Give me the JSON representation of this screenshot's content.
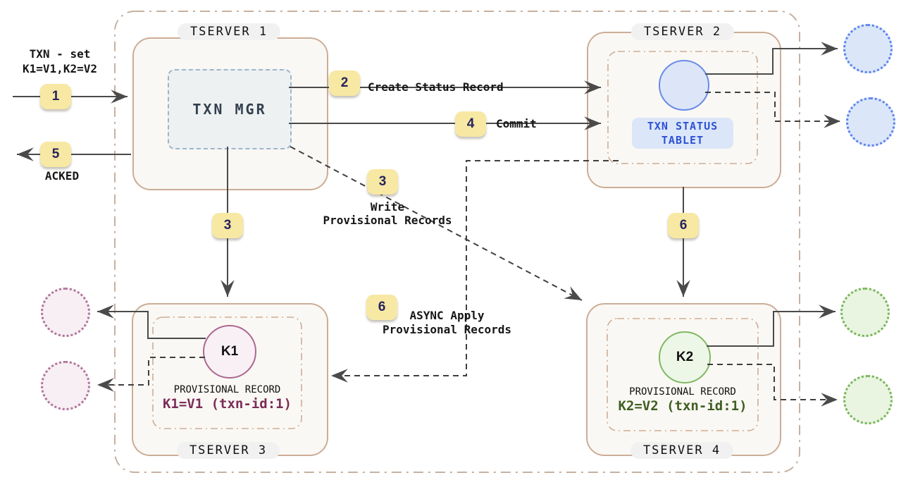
{
  "diagram": {
    "client": {
      "txn_label_line1": "TXN - set",
      "txn_label_line2": "K1=V1,K2=V2",
      "acked_label": "ACKED"
    },
    "badges": {
      "step1": "1",
      "step2": "2",
      "step3_mgr": "3",
      "step3_write": "3",
      "step4": "4",
      "step5": "5",
      "step6_tablet": "6",
      "step6_apply": "6"
    },
    "labels": {
      "create_status_record": "Create Status Record",
      "commit": "Commit",
      "write_provisional_line1": "Write",
      "write_provisional_line2": "Provisional Records",
      "async_apply_line1": "ASYNC Apply",
      "async_apply_line2": "Provisional Records"
    },
    "tserver1": {
      "title": "TSERVER 1",
      "txn_mgr": "TXN MGR"
    },
    "tserver2": {
      "title": "TSERVER 2",
      "tablet_line1": "TXN STATUS",
      "tablet_line2": "TABLET"
    },
    "tserver3": {
      "title": "TSERVER 3",
      "key": "K1",
      "record_heading": "PROVISIONAL RECORD",
      "record_value": "K1=V1 (txn-id:1)"
    },
    "tserver4": {
      "title": "TSERVER 4",
      "key": "K2",
      "record_heading": "PROVISIONAL RECORD",
      "record_value": "K2=V2 (txn-id:1)"
    },
    "colors": {
      "badge_bg": "#f7e8a3",
      "badge_text": "#27245f",
      "server_border": "#ccad96",
      "server_bg": "#faf8f4",
      "boundary": "#c6b1a1",
      "txn_mgr_border": "#9eb6cb",
      "txn_mgr_bg": "#eef1f2",
      "txn_mgr_text": "#33404e",
      "status_tablet_bg": "#dbe6f9",
      "status_tablet_text": "#2d51d3",
      "status_circle_border": "#6a8ce8",
      "status_circle_bg": "#dce6f8",
      "k1_circle_border": "#ad6791",
      "k1_circle_bg": "#f8f0f4",
      "k1_value_text": "#7c2c58",
      "k2_circle_border": "#7fb961",
      "k2_circle_bg": "#edf7e8",
      "k2_value_text": "#3f5e21",
      "replica_blue": "#5b83ee",
      "replica_pink": "#b0749b",
      "replica_green": "#77b558",
      "wire": "#4a4a4a"
    }
  }
}
